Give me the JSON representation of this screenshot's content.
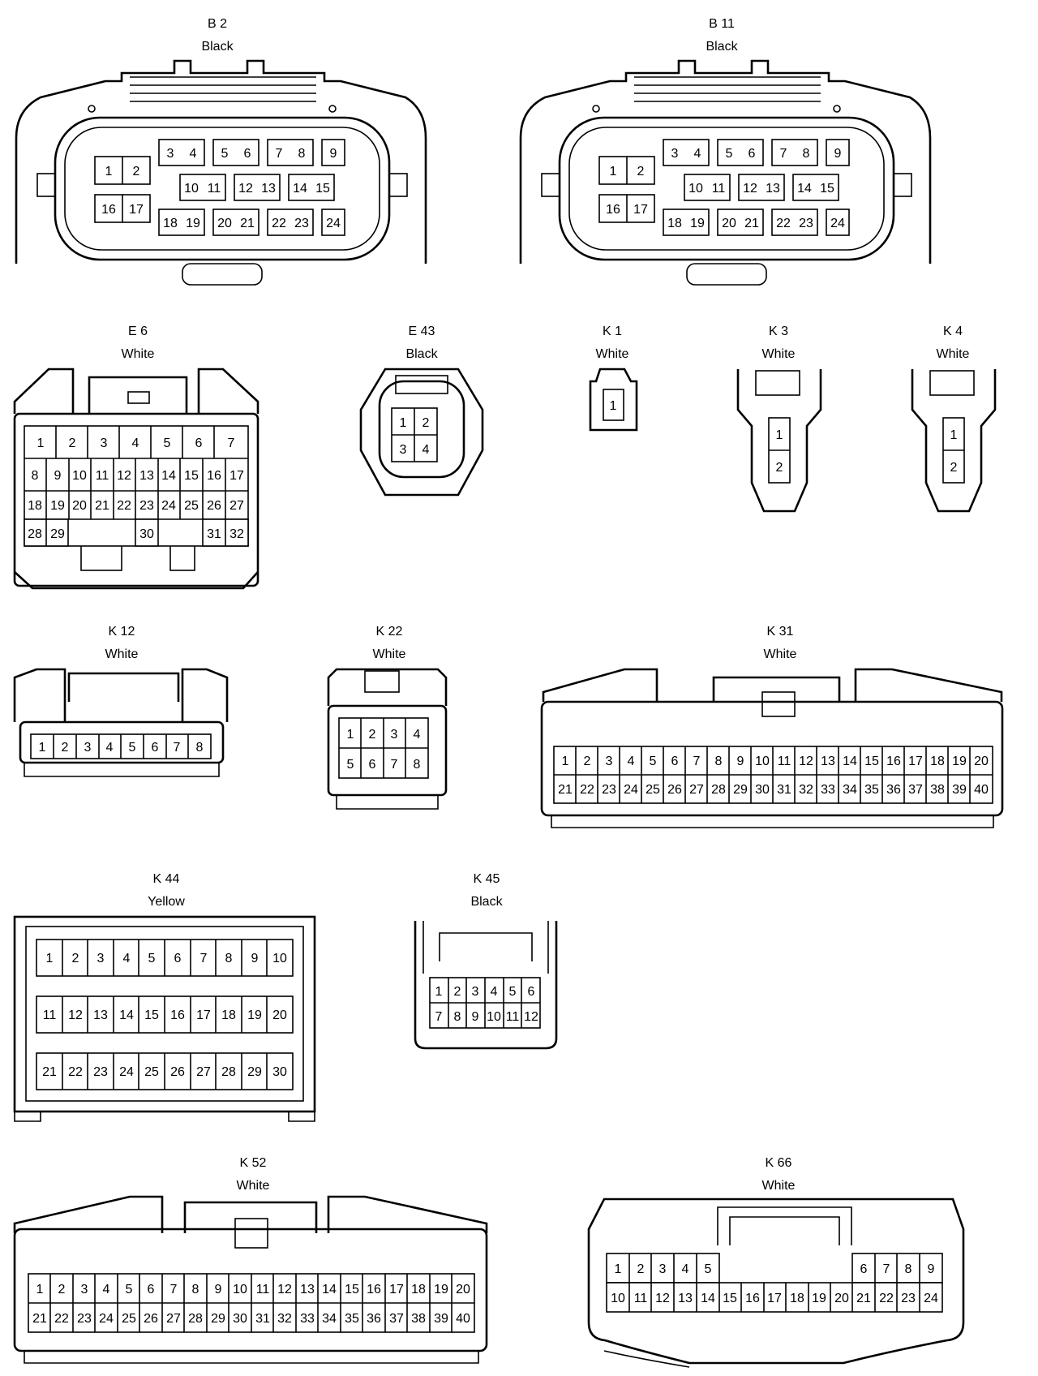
{
  "connectors": {
    "b2": {
      "code": "B 2",
      "color": "Black"
    },
    "b11": {
      "code": "B 11",
      "color": "Black"
    },
    "e6": {
      "code": "E 6",
      "color": "White"
    },
    "e43": {
      "code": "E 43",
      "color": "Black"
    },
    "k1": {
      "code": "K 1",
      "color": "White"
    },
    "k3": {
      "code": "K 3",
      "color": "White"
    },
    "k4": {
      "code": "K 4",
      "color": "White"
    },
    "k12": {
      "code": "K 12",
      "color": "White"
    },
    "k22": {
      "code": "K 22",
      "color": "White"
    },
    "k31": {
      "code": "K 31",
      "color": "White"
    },
    "k44": {
      "code": "K 44",
      "color": "Yellow"
    },
    "k45": {
      "code": "K 45",
      "color": "Black"
    },
    "k52": {
      "code": "K 52",
      "color": "White"
    },
    "k66": {
      "code": "K 66",
      "color": "White"
    }
  }
}
